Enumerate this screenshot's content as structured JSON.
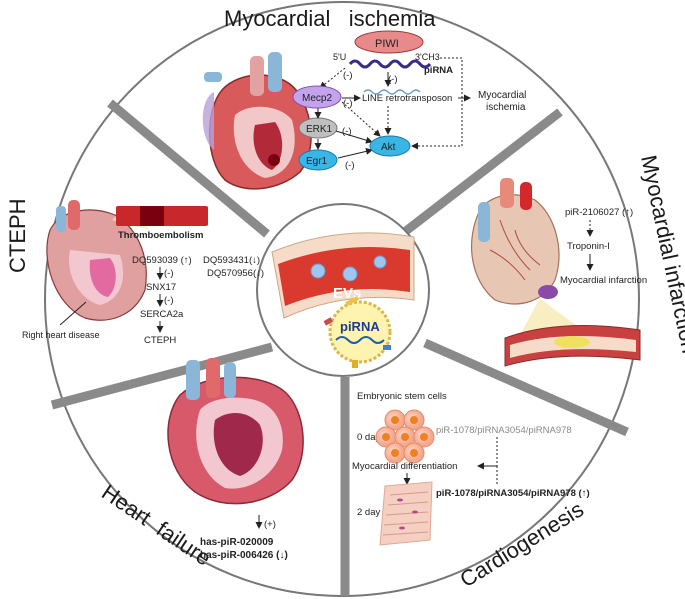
{
  "sections": {
    "top": "Myocardial   ischemia",
    "right": "Myocardial infarction",
    "bottom_right": "Cardiogenesis",
    "bottom_left": "Heart  failure",
    "left": "CTEPH"
  },
  "center": {
    "evs": "EVs",
    "pirna": "piRNA"
  },
  "ischemia": {
    "piwi": "PIWI",
    "five_u": "5'U",
    "three_ch3": "3'CH3",
    "pirna": "piRNA",
    "mecp2": "Mecp2",
    "line": "LINE retrotransposon",
    "erk1": "ERK1",
    "egr1": "Egr1",
    "akt": "Akt",
    "outcome_1": "Myocardial",
    "outcome_2": "ischemia",
    "inhibit": "(-)"
  },
  "infarction": {
    "pir": "piR-2106027 (↑)",
    "troponin": "Troponin-I",
    "outcome": "Myocardial infarction"
  },
  "cteph": {
    "thrombo": "Thromboembolism",
    "dq1": "DQ593039 (↑)",
    "dq2": "DQ593431(↓)",
    "dq3": "DQ570956(↓)",
    "snx17": "SNX17",
    "serca": "SERCA2a",
    "cteph": "CTEPH",
    "rhd": "Right heart disease",
    "inhibit": "(-)"
  },
  "heart_failure": {
    "plus": "(+)",
    "pir1": "has-piR-020009",
    "pir2": "has-piR-006426 (↓)"
  },
  "cardiogenesis": {
    "esc": "Embryonic stem cells",
    "day0": "0 day",
    "pir_gray": "piR-1078/piRNA3054/piRNA978",
    "diff": "Myocardial differentiation",
    "day2": "2 day",
    "pir_up": "piR-1078/piRNA3054/piRNA978 (↑)"
  },
  "colors": {
    "red": "#d4282a",
    "pink": "#f2a3a8",
    "purple": "#b28fe0",
    "cyan": "#39b6e6",
    "gray": "#bfbfbf"
  }
}
